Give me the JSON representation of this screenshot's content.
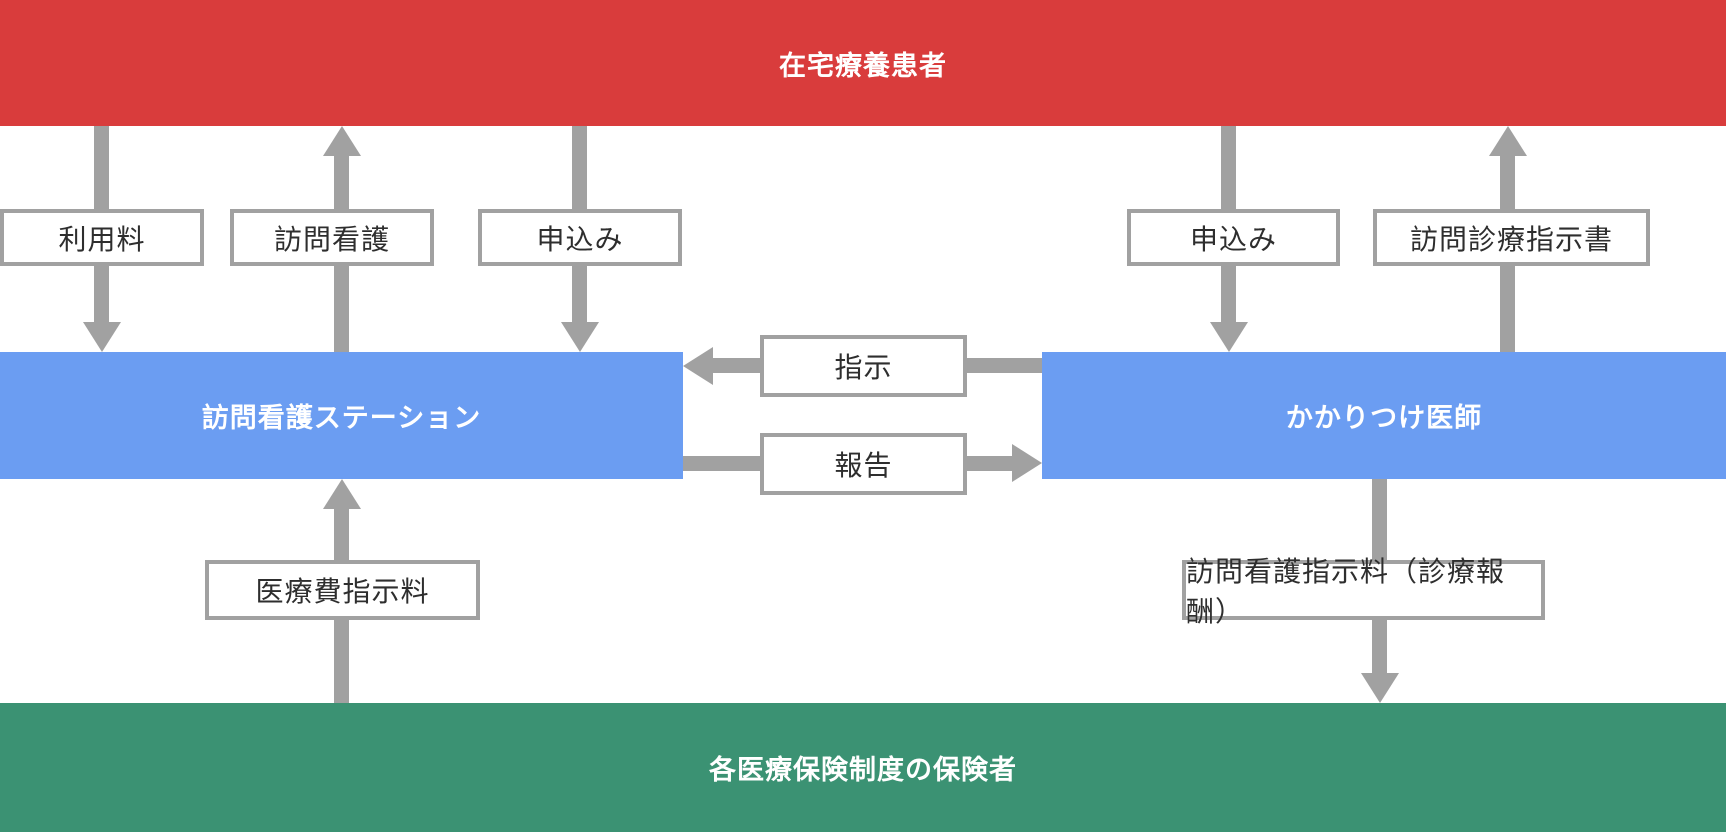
{
  "diagram": {
    "title_hint": "Japanese home-care visiting-nursing relationship diagram",
    "nodes": {
      "patient": "在宅療養患者",
      "nursing_station": "訪問看護ステーション",
      "doctor": "かかりつけ医師",
      "insurer": "各医療保険制度の保険者"
    },
    "labels": {
      "usage_fee": "利用料",
      "visiting_nursing": "訪問看護",
      "application_left": "申込み",
      "application_right": "申込み",
      "visit_care_directive": "訪問診療指示書",
      "instruction": "指示",
      "report": "報告",
      "medical_fee": "医療費指示料",
      "nursing_directive_fee": "訪問看護指示料（診療報酬）"
    },
    "arrows": [
      {
        "name": "usage-fee-arrow",
        "from": "patient",
        "to": "nursing_station",
        "direction": "down"
      },
      {
        "name": "visiting-nursing-arrow",
        "from": "nursing_station",
        "to": "patient",
        "direction": "up"
      },
      {
        "name": "application-left-arrow",
        "from": "patient",
        "to": "nursing_station",
        "direction": "down"
      },
      {
        "name": "application-right-arrow",
        "from": "patient",
        "to": "doctor",
        "direction": "down"
      },
      {
        "name": "visit-care-directive-arrow",
        "from": "doctor",
        "to": "patient",
        "direction": "up"
      },
      {
        "name": "instruction-arrow",
        "from": "doctor",
        "to": "nursing_station",
        "direction": "left"
      },
      {
        "name": "report-arrow",
        "from": "nursing_station",
        "to": "doctor",
        "direction": "right"
      },
      {
        "name": "medical-fee-arrow",
        "from": "insurer",
        "to": "nursing_station",
        "direction": "up"
      },
      {
        "name": "nursing-directive-fee-arrow",
        "from": "doctor",
        "to": "insurer",
        "direction": "down"
      }
    ],
    "colors": {
      "patient_band": "#D93C3C",
      "station_doctor_band": "#6B9DF2",
      "insurer_band": "#3B9273",
      "arrow_gray": "#A1A1A1",
      "label_border": "#A1A1A1",
      "label_text": "#2E2E2E",
      "band_text": "#FFFFFF",
      "background": "#FFFFFF"
    }
  }
}
